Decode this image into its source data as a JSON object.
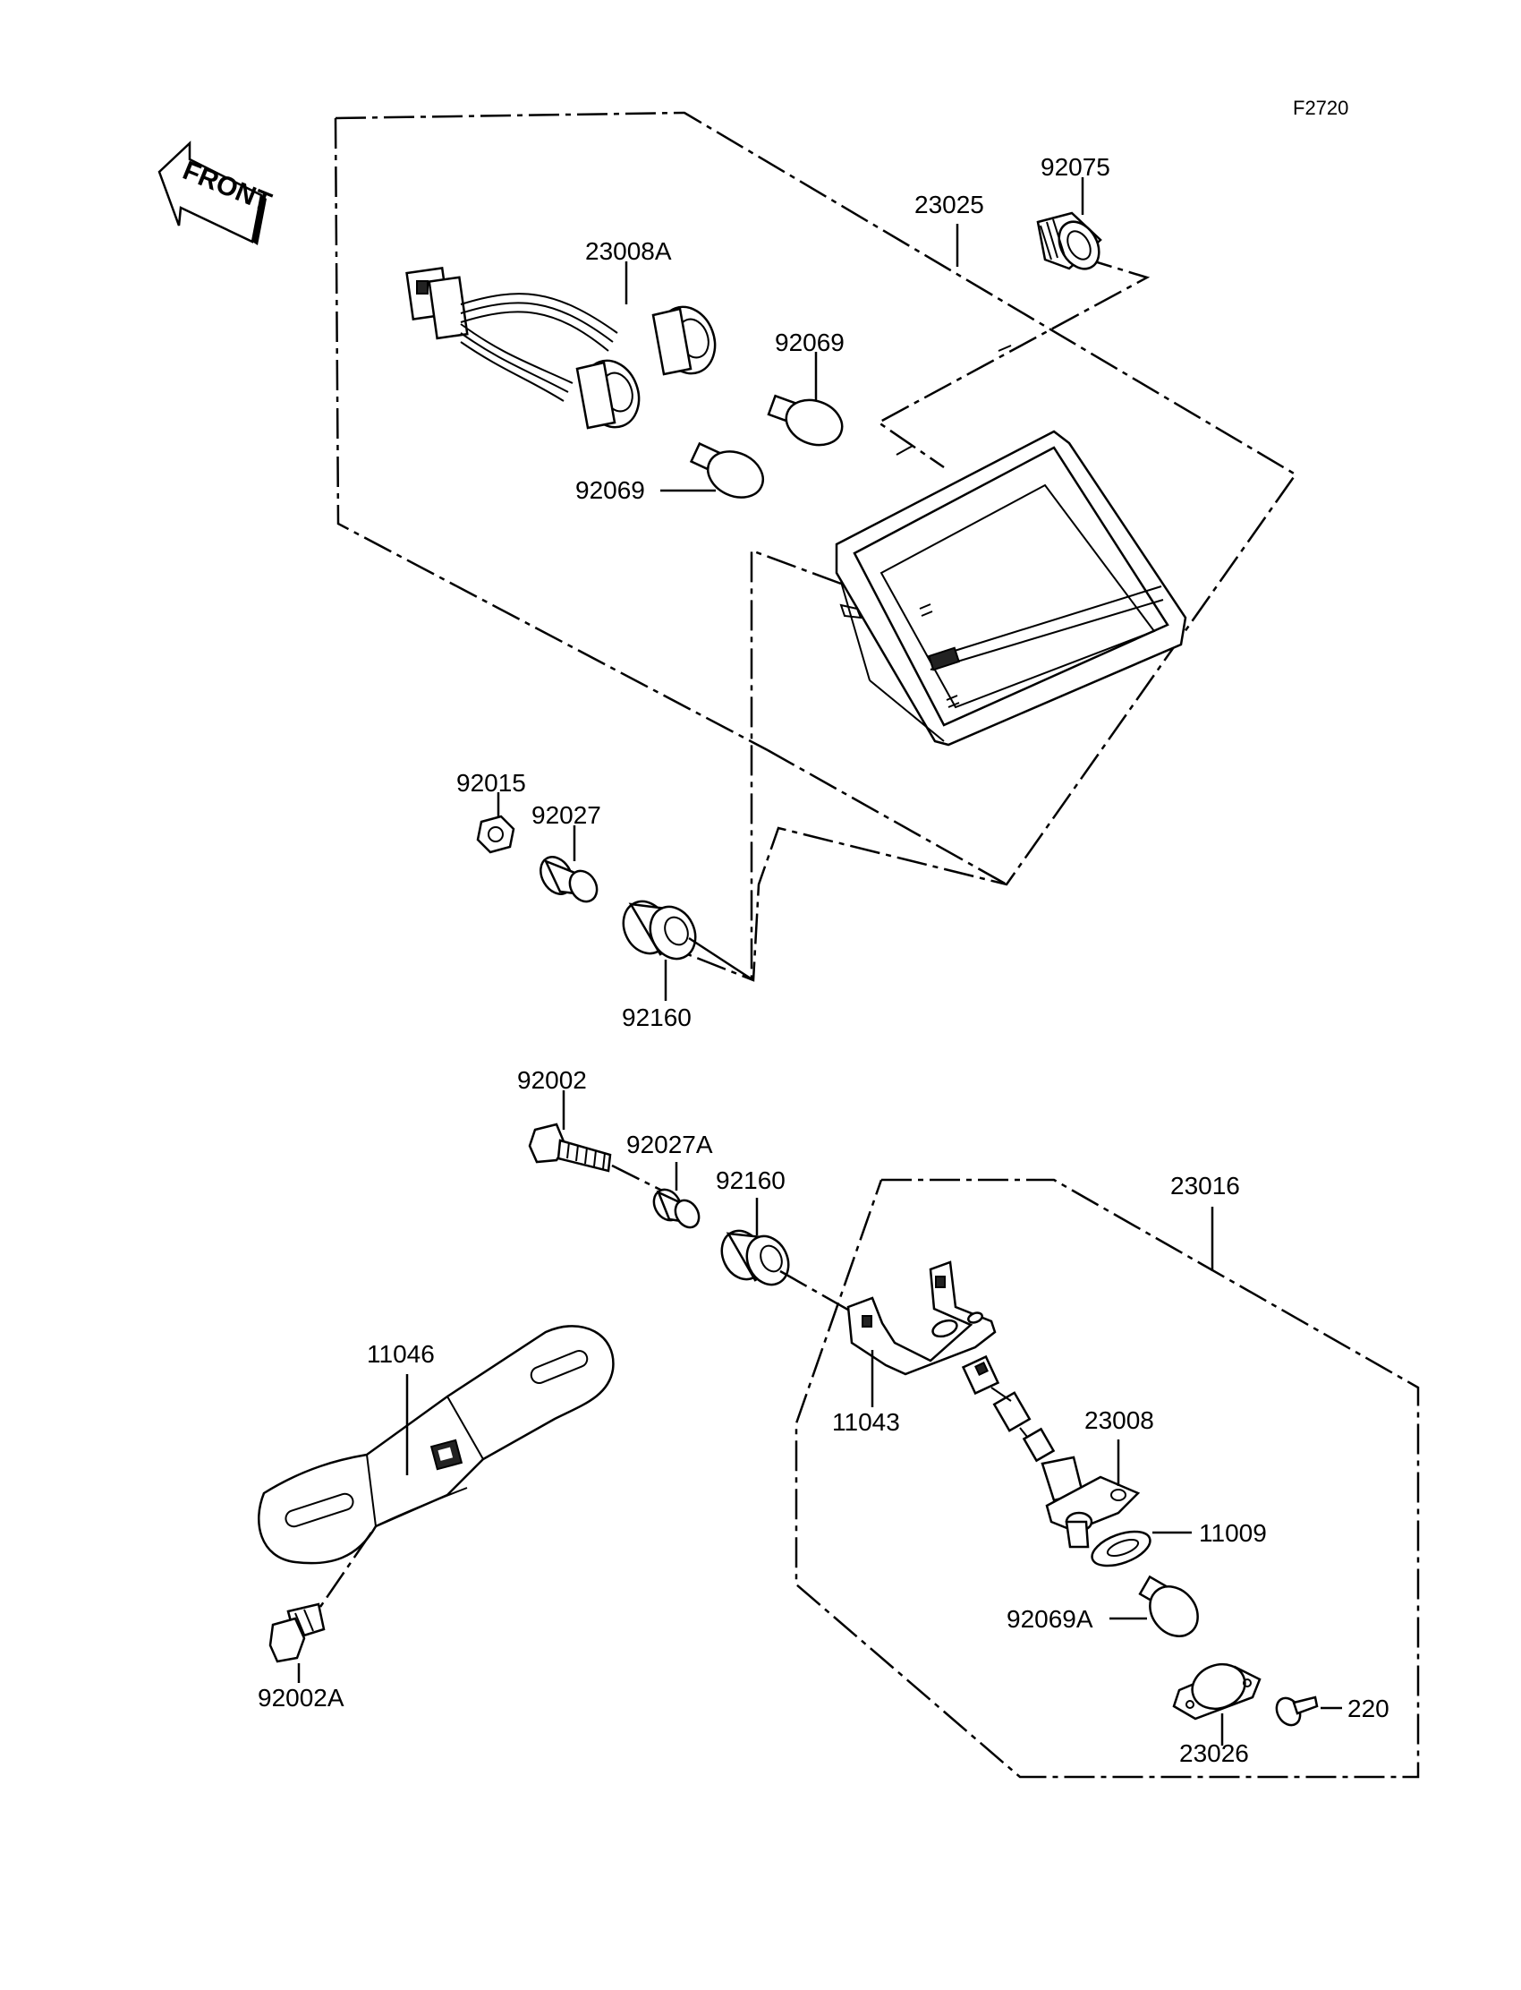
{
  "figure_code": "F2720",
  "direction_label": "FRONT",
  "parts": {
    "p23025": "23025",
    "p92075": "92075",
    "p23008A": "23008A",
    "p92069_top": "92069",
    "p92069_bottom": "92069",
    "p92015": "92015",
    "p92027": "92027",
    "p92160_top": "92160",
    "p92002": "92002",
    "p92027A": "92027A",
    "p92160_bottom": "92160",
    "p23016": "23016",
    "p11046": "11046",
    "p11043": "11043",
    "p23008": "23008",
    "p11009": "11009",
    "p92069A": "92069A",
    "p220": "220",
    "p23026": "23026",
    "p92002A": "92002A"
  }
}
